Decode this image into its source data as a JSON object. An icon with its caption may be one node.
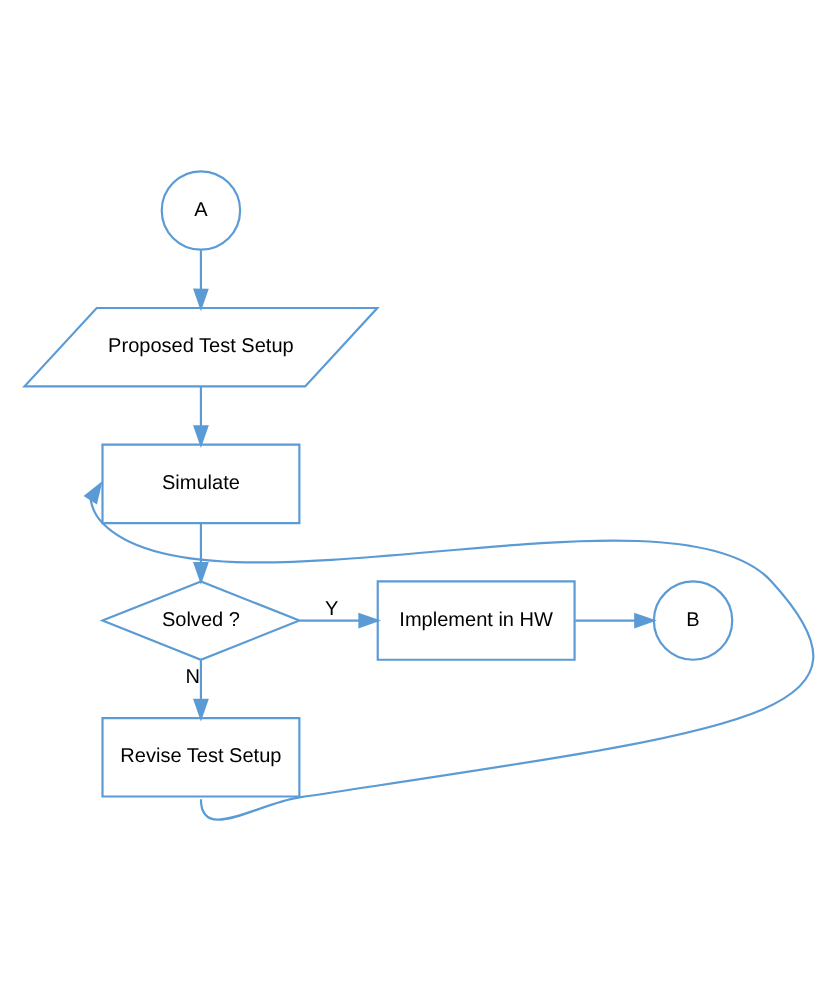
{
  "diagram": {
    "nodes": [
      {
        "text": [
          "A"
        ]
      },
      {
        "text": [
          "Proposed Test Setup"
        ]
      },
      {
        "text": [
          "Simulate"
        ]
      },
      {
        "text": [
          "Solved ?"
        ]
      },
      {
        "text": [
          "Implement in HW"
        ]
      },
      {
        "text": [
          "B"
        ]
      },
      {
        "text": [
          "Revise Test Setup"
        ]
      }
    ],
    "edges": [
      {
        "from": 0,
        "to": 1,
        "arrow": "to"
      },
      {
        "from": 1,
        "to": 2,
        "arrow": "to"
      },
      {
        "from": 2,
        "to": 3,
        "arrow": "to"
      },
      {
        "from": 3,
        "to": 4,
        "arrow": "to",
        "label": "Y"
      },
      {
        "from": 4,
        "to": 5,
        "arrow": "to"
      },
      {
        "from": 3,
        "to": 6,
        "arrow": "to",
        "label": "N"
      },
      {
        "from": 6,
        "to": 2,
        "arrow": "to"
      }
    ]
  }
}
